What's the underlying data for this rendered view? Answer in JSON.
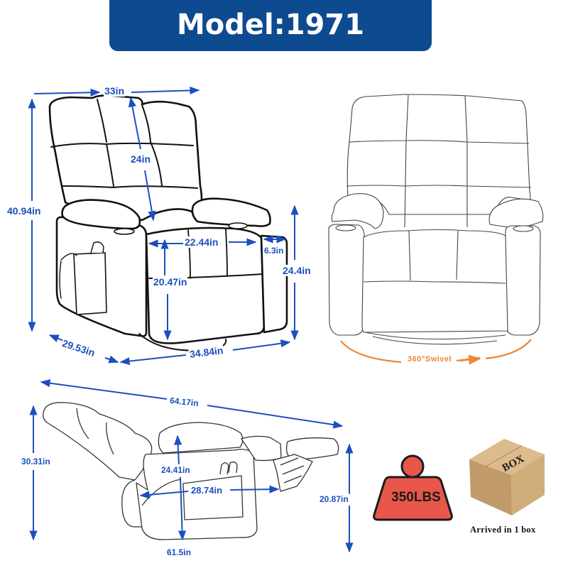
{
  "header": {
    "title": "Model:1971",
    "background_color": "#0d4a8f",
    "text_color": "#ffffff"
  },
  "front_view": {
    "dimensions": {
      "width_top": "33in",
      "back_height": "24in",
      "total_height": "40.94in",
      "seat_width": "22.44in",
      "armrest_width": "6.3in",
      "seat_height": "20.47in",
      "arm_height": "24.4in",
      "depth": "29.53in",
      "base_width": "34.84in"
    },
    "dimension_color": "#1c4fbf"
  },
  "swivel_view": {
    "label": "360°Swivel",
    "accent_color": "#e8873a"
  },
  "reclined_view": {
    "dimensions": {
      "reclined_length": "64.17in",
      "reclined_height": "30.31in",
      "arm_height": "24.41in",
      "seat_depth": "28.74in",
      "reclined_depth": "61.5in",
      "footrest_height": "20.87in"
    }
  },
  "weight_badge": {
    "label": "350LBS",
    "fill_color": "#e8574a"
  },
  "package": {
    "stamp": "BOX",
    "caption": "Arrived in 1 box",
    "box_color": "#c9a271"
  }
}
